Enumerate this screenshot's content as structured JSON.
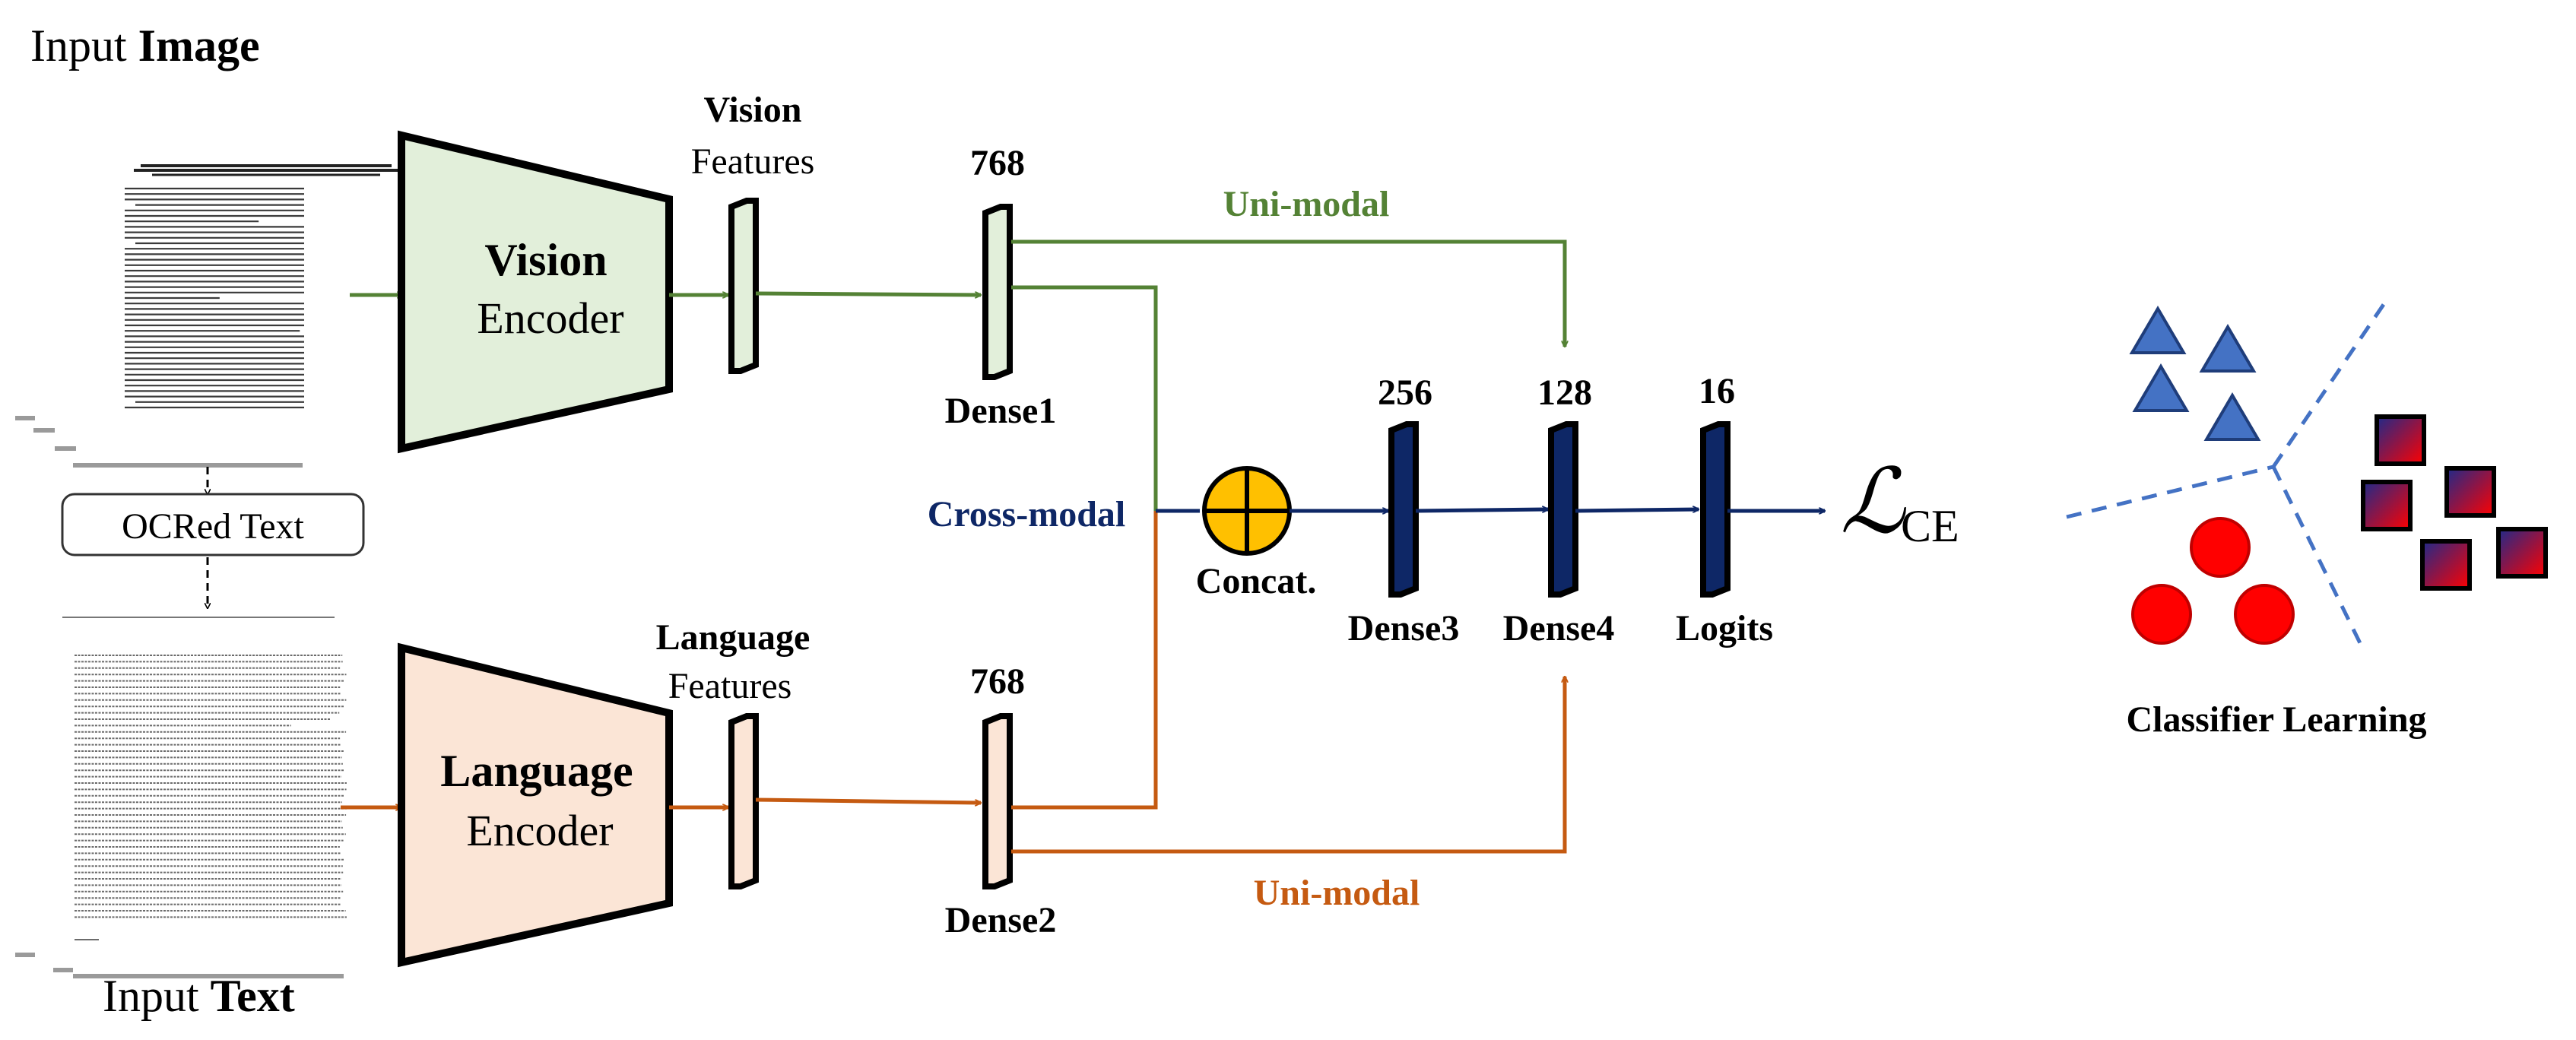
{
  "inputs": {
    "image_prefix": "Input ",
    "image_bold": "Image",
    "text_prefix": "Input ",
    "text_bold": "Text",
    "ocr_label": "OCRed Text"
  },
  "encoders": {
    "vision": {
      "line1": "Vision",
      "line2": "Encoder"
    },
    "language": {
      "line1": "Language",
      "line2": "Encoder"
    }
  },
  "features": {
    "vision": {
      "line1": "Vision",
      "line2": "Features"
    },
    "language": {
      "line1": "Language",
      "line2": "Features"
    }
  },
  "layers": {
    "dense1": {
      "name": "Dense1",
      "size": "768"
    },
    "dense2": {
      "name": "Dense2",
      "size": "768"
    },
    "dense3": {
      "name": "Dense3",
      "size": "256"
    },
    "dense4": {
      "name": "Dense4",
      "size": "128"
    },
    "logits": {
      "name": "Logits",
      "size": "16"
    }
  },
  "paths": {
    "uni_modal_vision": "Uni-modal",
    "uni_modal_language": "Uni-modal",
    "cross_modal": "Cross-modal",
    "concat": "Concat."
  },
  "loss": {
    "symbol": "ℒ",
    "subscript": "CE"
  },
  "classifier": {
    "label": "Classifier Learning"
  },
  "colors": {
    "vision_green": "#548235",
    "language_orange": "#C55A11",
    "cross_navy": "#0E2766",
    "layer_fill": "#0E2766",
    "vision_fill": "#E2EFDA",
    "language_fill": "#FBE5D6",
    "concat_yellow": "#FFC000",
    "class_blue": "#4472C4",
    "class_red": "#FF0000"
  }
}
